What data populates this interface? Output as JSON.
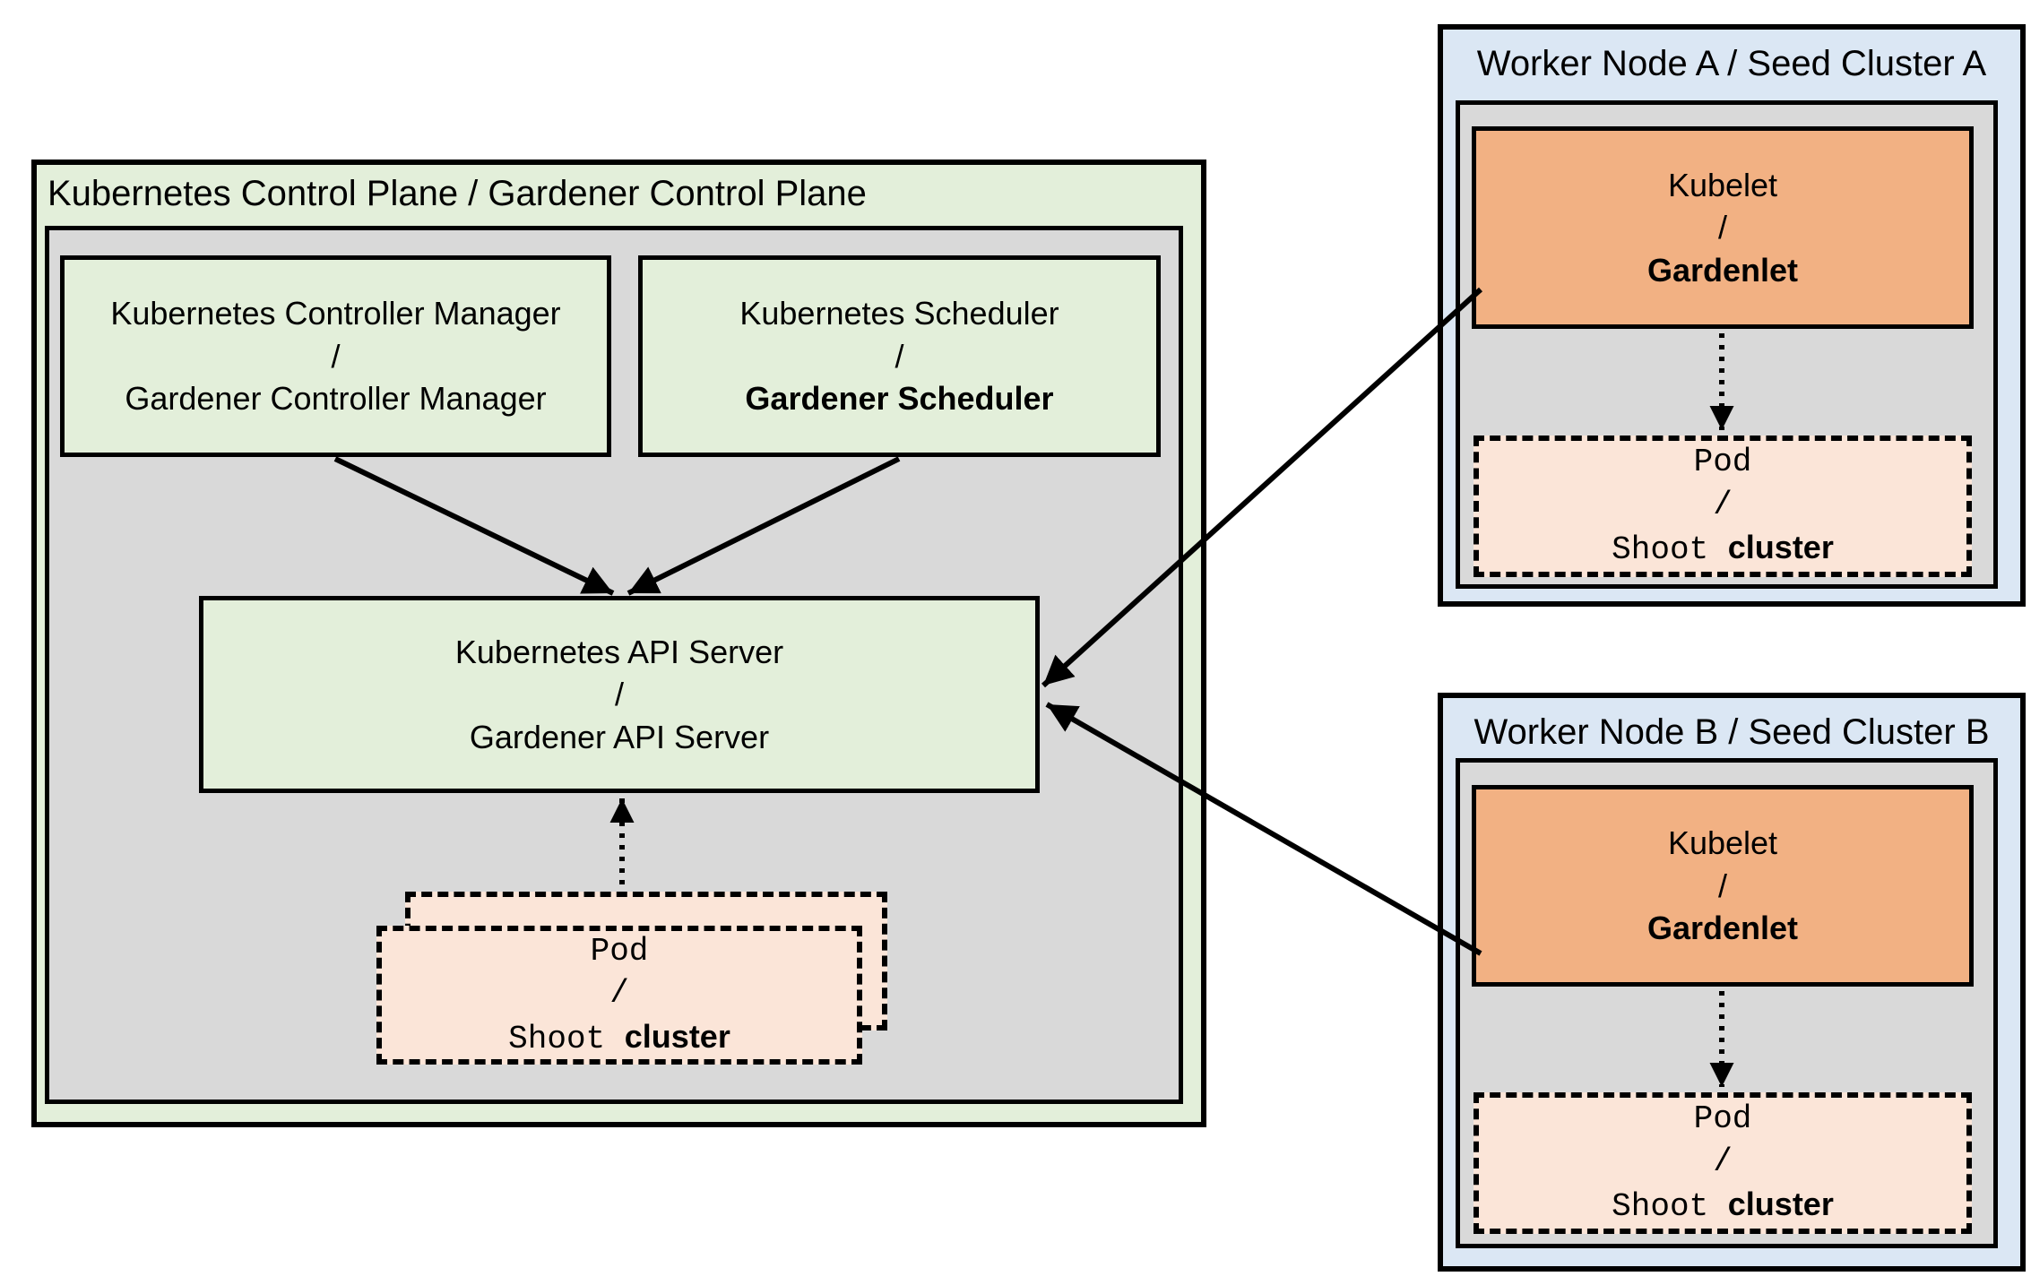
{
  "colors": {
    "green_fill": "#e3efda",
    "gray_fill": "#d9d9d9",
    "blue_fill": "#dbe7f4",
    "orange_fill": "#f2b183",
    "peach_fill": "#fbe5d8",
    "line_color": "#000000"
  },
  "control_plane": {
    "title": "Kubernetes Control Plane / Gardener Control Plane",
    "controller_manager": {
      "line1": "Kubernetes Controller Manager",
      "line2": "/",
      "line3": "Gardener Controller Manager"
    },
    "scheduler": {
      "line1": "Kubernetes Scheduler",
      "line2": "/",
      "line3": "Gardener Scheduler"
    },
    "api_server": {
      "line1": "Kubernetes API Server",
      "line2": "/",
      "line3": "Gardener API Server"
    },
    "pod": {
      "line1": "Pod",
      "line2": "/",
      "line3_mono": "Shoot",
      "line3_sans": "cluster"
    }
  },
  "workers": [
    {
      "title": "Worker Node A / Seed Cluster A",
      "kubelet": {
        "line1": "Kubelet",
        "line2": "/",
        "line3": "Gardenlet"
      },
      "pod": {
        "line1": "Pod",
        "line2": "/",
        "line3_mono": "Shoot",
        "line3_sans": "cluster"
      }
    },
    {
      "title": "Worker Node B / Seed Cluster B",
      "kubelet": {
        "line1": "Kubelet",
        "line2": "/",
        "line3": "Gardenlet"
      },
      "pod": {
        "line1": "Pod",
        "line2": "/",
        "line3_mono": "Shoot",
        "line3_sans": "cluster"
      }
    }
  ]
}
